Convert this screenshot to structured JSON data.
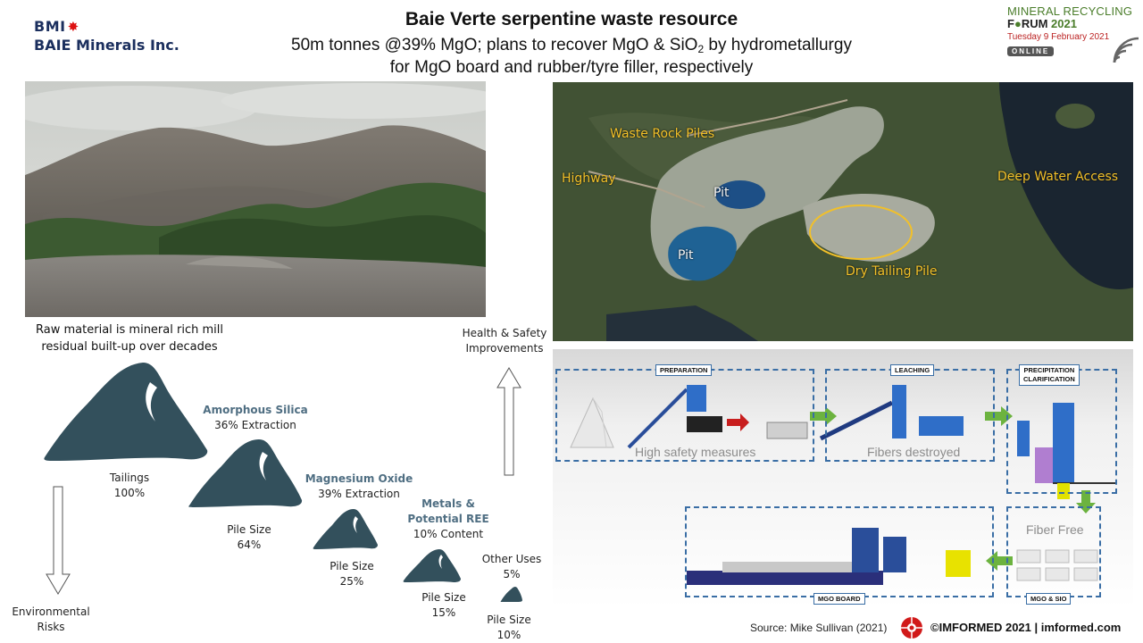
{
  "header": {
    "logo_abbr": "BMI",
    "logo_name": "BAIE Minerals Inc.",
    "title": "Baie Verte serpentine waste resource",
    "subtitle_part1": "50m tonnes @39% MgO; plans to recover MgO & SiO",
    "subtitle_sub": "2",
    "subtitle_part2": " by hydrometallurgy",
    "subtitle_line2": "for MgO board and rubber/tyre filler, respectively"
  },
  "event": {
    "line1": "MINERAL RECYCLING",
    "line2_a": "F",
    "line2_b": "RUM",
    "line2_year": "2021",
    "date": "Tuesday 9 February 2021",
    "mode": "ONLINE"
  },
  "map": {
    "labels": {
      "waste_rock": "Waste Rock Piles",
      "highway": "Highway",
      "pit1": "Pit",
      "pit2": "Pit",
      "deep_water": "Deep Water Access",
      "dry_tailing": "Dry Tailing Pile"
    }
  },
  "process": {
    "stages": {
      "preparation": "PREPARATION",
      "leaching": "LEACHING",
      "precip1": "PRECIPITATION",
      "precip2": "CLARIFICATION",
      "mgo_board": "MGO BOARD",
      "mgo_sio": "MGO & SIO"
    },
    "captions": {
      "safety": "High safety measures",
      "fibers": "Fibers destroyed",
      "fiber_free": "Fiber Free"
    }
  },
  "infographic": {
    "raw_caption_1": "Raw material is mineral rich mill",
    "raw_caption_2": "residual built-up over decades",
    "health_1": "Health & Safety",
    "health_2": "Improvements",
    "env_1": "Environmental",
    "env_2": "Risks",
    "piles": [
      {
        "heading": [],
        "sub": "",
        "label": "Tailings",
        "value": "100%"
      },
      {
        "heading": [
          "Amorphous Silica"
        ],
        "sub": "36% Extraction",
        "label": "Pile Size",
        "value": "64%"
      },
      {
        "heading": [
          "Magnesium Oxide"
        ],
        "sub": "39% Extraction",
        "label": "Pile Size",
        "value": "25%"
      },
      {
        "heading": [
          "Metals &",
          "Potential REE"
        ],
        "sub": "10% Content",
        "label": "Pile Size",
        "value": "15%"
      },
      {
        "heading": [],
        "sub": "",
        "top1": "Other Uses",
        "top2": "5%",
        "label": "Pile Size",
        "value": "10%"
      }
    ]
  },
  "footer": {
    "source": "Source: Mike Sullivan (2021)",
    "brand": "©IMFORMED 2021",
    "sep": " | ",
    "site": "imformed.com"
  },
  "colors": {
    "pile": "#33505c",
    "heading": "#4f6e82",
    "map_label": "#f2c029",
    "dash": "#3a6ea5",
    "arrow": "#6cb33f",
    "brand_red": "#d11a1a"
  }
}
